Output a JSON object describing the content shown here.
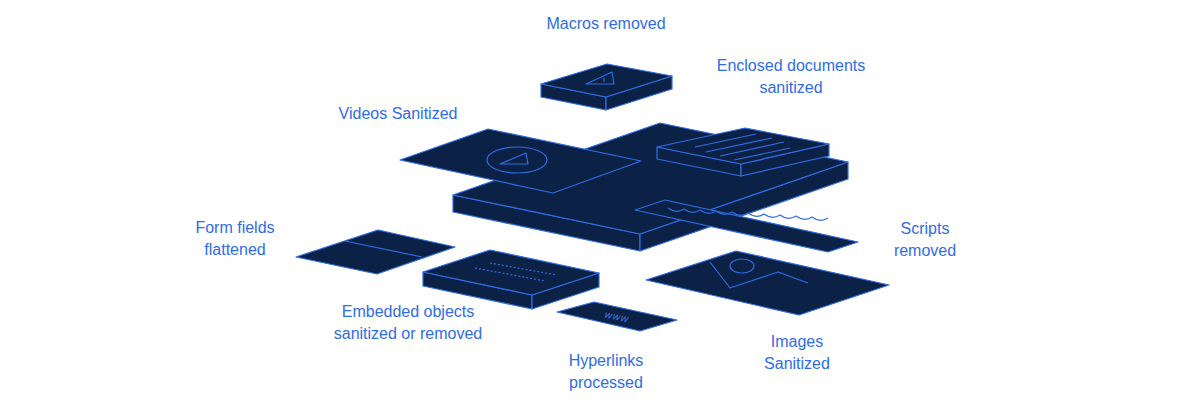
{
  "diagram": {
    "labels": [
      "Macros removed",
      "Enclosed documents sanitized",
      "Videos Sanitized",
      "Scripts removed",
      "Form fields flattened",
      "Embedded objects sanitized or removed",
      "Hyperlinks processed",
      "Images Sanitized",
      "www"
    ]
  }
}
